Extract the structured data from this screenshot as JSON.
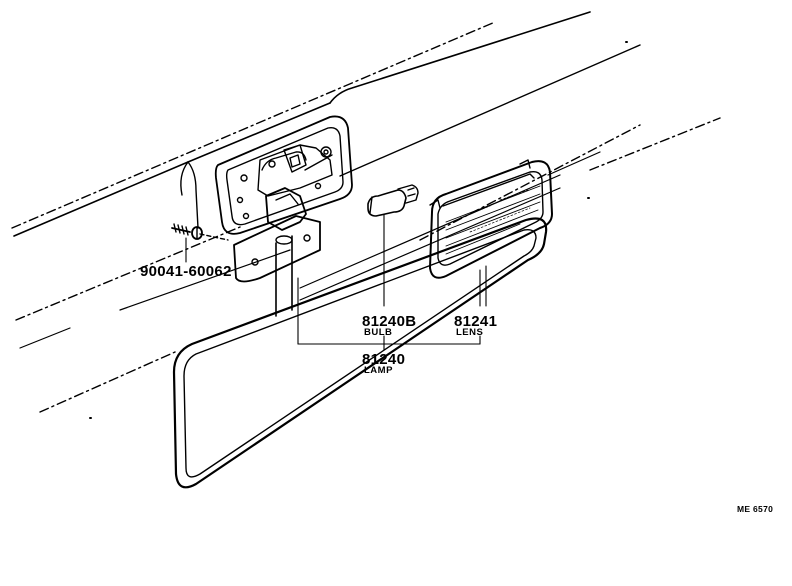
{
  "diagram": {
    "parts": [
      {
        "id": "screw",
        "number": "90041-60062",
        "name": ""
      },
      {
        "id": "bulb",
        "number": "81240B",
        "name": "BULB"
      },
      {
        "id": "lens",
        "number": "81241",
        "name": "LENS"
      },
      {
        "id": "lamp",
        "number": "81240",
        "name": "LAMP"
      }
    ],
    "drawing_code": "ME 6570",
    "line_color": "#000000",
    "background": "#ffffff"
  }
}
